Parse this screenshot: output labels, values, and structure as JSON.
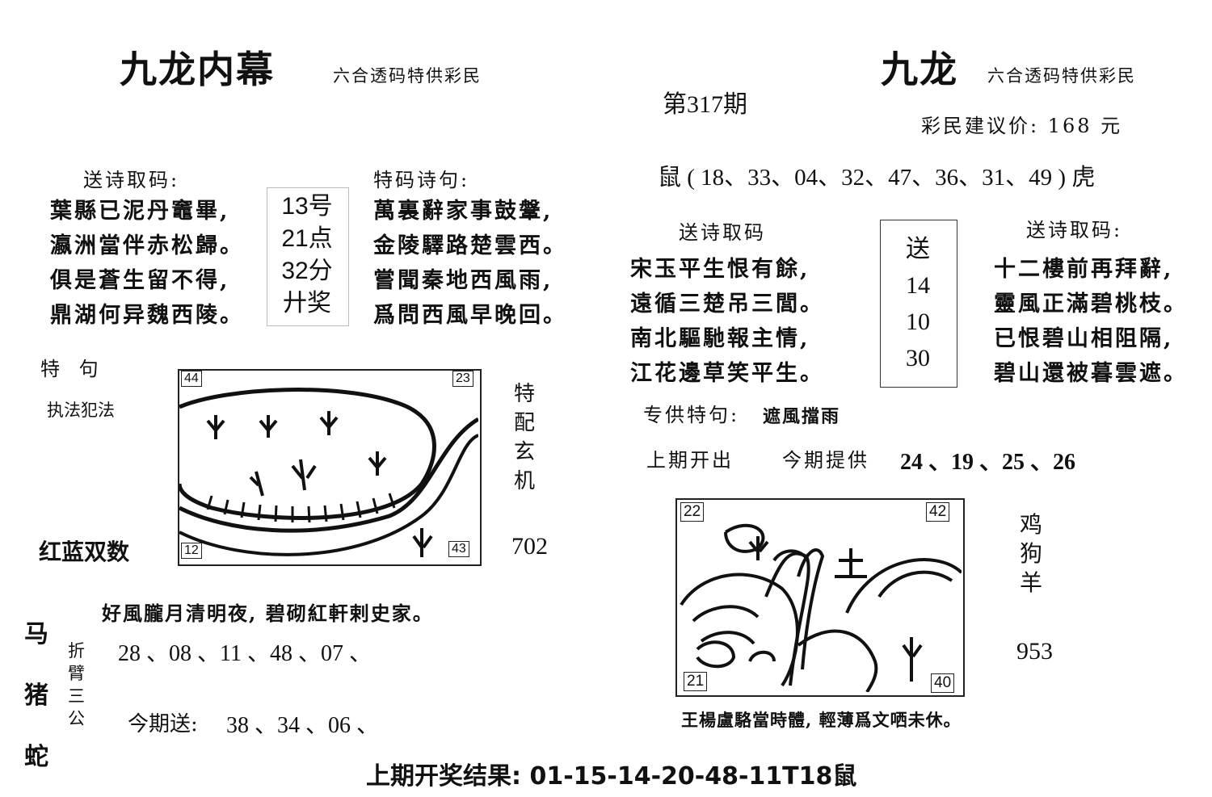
{
  "left": {
    "title": "九龙内幕",
    "subtitle": "六合透码特供彩民",
    "send_poem_label": "送诗取码:",
    "send_poem_lines": [
      "葉縣已泥丹竈畢,",
      "瀛洲當伴赤松歸。",
      "俱是蒼生留不得,",
      "鼎湖何异魏西陵。"
    ],
    "center_box": [
      "13号",
      "21点",
      "32分",
      "廾奖"
    ],
    "special_poem_label": "特码诗句:",
    "special_poem_lines": [
      "萬裏辭家事鼓鞶,",
      "金陵驛路楚雲西。",
      "嘗聞秦地西風雨,",
      "爲問西風早晚回。"
    ],
    "special_phrase_label": "特  句",
    "special_phrase": "执法犯法",
    "color_label": "红蓝双数",
    "mystery_chars": [
      "特",
      "配",
      "玄",
      "机"
    ],
    "mystery_number": "702",
    "image_corners": {
      "tl": "44",
      "tr": "23",
      "bl": "12",
      "br": "43"
    },
    "zodiac_chars": [
      "马",
      "猪",
      "蛇"
    ],
    "poem_line": "好風朧月清明夜, 碧砌紅軒剌史家。",
    "zhebi_chars": [
      "折",
      "臂",
      "三",
      "公"
    ],
    "zhebi_numbers": "28 、08 、11 、48 、07 、",
    "send_label": "今期送:",
    "send_numbers": "38 、34 、06 、"
  },
  "center": {
    "period": "第317期"
  },
  "right": {
    "title": "九龙",
    "subtitle": "六合透码特供彩民",
    "price": "彩民建议价: 168 元",
    "numbers_line": "鼠 ( 18、33、04、32、47、36、31、49 ) 虎",
    "send_poem_label_1": "送诗取码",
    "send_poem_lines_1": [
      "宋玉平生恨有餘,",
      "遠循三楚吊三閭。",
      "南北驅馳報主情,",
      "江花邊草笑平生。"
    ],
    "send_box": [
      "送",
      "14",
      "10",
      "30"
    ],
    "send_poem_label_2": "送诗取码:",
    "send_poem_lines_2": [
      "十二樓前再拜辭,",
      "靈風正滿碧桃枝。",
      "已恨碧山相阻隔,",
      "碧山還被暮雲遮。"
    ],
    "special_phrase_label": "专供特句:",
    "special_phrase": "遮風擋雨",
    "last_label": "上期开出",
    "this_label": "今期提供",
    "this_numbers": "24 、19 、25 、26",
    "image_corners": {
      "tl": "22",
      "tr": "42",
      "bl": "21",
      "br": "40"
    },
    "zodiac_chars": [
      "鸡",
      "狗",
      "羊"
    ],
    "zodiac_number": "953",
    "poem_line": "王楊盧駱當時體, 輕薄爲文哂未休。"
  },
  "footer": {
    "result": "上期开奖结果: 01-15-14-20-48-11T18鼠"
  }
}
